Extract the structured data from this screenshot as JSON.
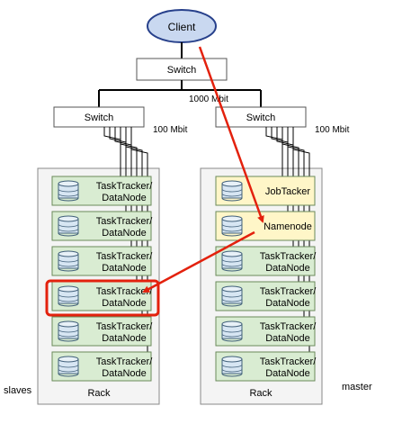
{
  "client": {
    "label": "Client"
  },
  "switches": {
    "top": "Switch",
    "left": "Switch",
    "right": "Switch"
  },
  "links": {
    "core": "1000 Mbit",
    "left_rack": "100 Mbit",
    "right_rack": "100 Mbit"
  },
  "left_rack": {
    "caption": "Rack",
    "side_label": "slaves",
    "nodes": [
      {
        "line1": "TaskTracker/",
        "line2": "DataNode"
      },
      {
        "line1": "TaskTracker/",
        "line2": "DataNode"
      },
      {
        "line1": "TaskTracker/",
        "line2": "DataNode"
      },
      {
        "line1": "TaskTracker/",
        "line2": "DataNode"
      },
      {
        "line1": "TaskTracker/",
        "line2": "DataNode"
      },
      {
        "line1": "TaskTracker/",
        "line2": "DataNode"
      }
    ]
  },
  "right_rack": {
    "caption": "Rack",
    "side_label": "master",
    "nodes": [
      {
        "line1": "JobTacker",
        "line2": ""
      },
      {
        "line1": "Namenode",
        "line2": ""
      },
      {
        "line1": "TaskTracker/",
        "line2": "DataNode"
      },
      {
        "line1": "TaskTracker/",
        "line2": "DataNode"
      },
      {
        "line1": "TaskTracker/",
        "line2": "DataNode"
      },
      {
        "line1": "TaskTracker/",
        "line2": "DataNode"
      }
    ]
  },
  "colors": {
    "client_fill": "#c9d8f0",
    "client_stroke": "#27408b",
    "node_green": "#d9ecd2",
    "node_yellow": "#fff6c8",
    "rack_fill": "#f4f4f4",
    "highlight_red": "#e3210d",
    "cable": "#000000"
  },
  "icons": {
    "node_icon": "database-cylinder-icon"
  }
}
